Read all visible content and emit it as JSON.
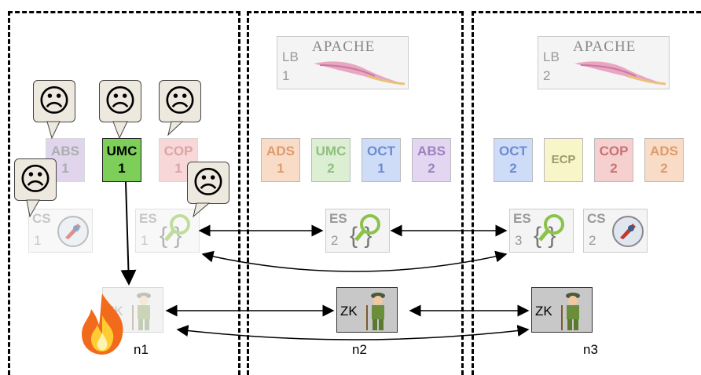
{
  "nodes": [
    {
      "label": "n1"
    },
    {
      "label": "n2"
    },
    {
      "label": "n3"
    }
  ],
  "load_balancers": [
    {
      "code": "LB",
      "num": "1",
      "title": "APACHE"
    },
    {
      "code": "LB",
      "num": "2",
      "title": "APACHE"
    }
  ],
  "components": {
    "abs1": {
      "code": "ABS",
      "num": "1",
      "color": "#c8b3e0"
    },
    "umc1": {
      "code": "UMC",
      "num": "1",
      "color": "#7dcf5a"
    },
    "cop1": {
      "code": "COP",
      "num": "1",
      "color": "#f2b8b8"
    },
    "ads1": {
      "code": "ADS",
      "num": "1",
      "color": "#f9dcc7"
    },
    "umc2": {
      "code": "UMC",
      "num": "2",
      "color": "#dcefd3"
    },
    "oct1": {
      "code": "OCT",
      "num": "1",
      "color": "#cfdcf8"
    },
    "abs2": {
      "code": "ABS",
      "num": "2",
      "color": "#e3d6f1"
    },
    "oct2": {
      "code": "OCT",
      "num": "2",
      "color": "#cfdcf8"
    },
    "ecp": {
      "code": "ECP",
      "color": "#f8f6c8"
    },
    "cop2": {
      "code": "COP",
      "num": "2",
      "color": "#f6cfcf"
    },
    "ads2": {
      "code": "ADS",
      "num": "2",
      "color": "#f9dcc7"
    }
  },
  "services": {
    "cs1": {
      "code": "CS",
      "num": "1"
    },
    "es1": {
      "code": "ES",
      "num": "1"
    },
    "es2": {
      "code": "ES",
      "num": "2"
    },
    "es3": {
      "code": "ES",
      "num": "3"
    },
    "cs2": {
      "code": "CS",
      "num": "2"
    }
  },
  "zookeepers": {
    "zk1": {
      "code": "ZK"
    },
    "zk2": {
      "code": "ZK"
    },
    "zk3": {
      "code": "ZK"
    }
  },
  "failure_symbol": "☹"
}
